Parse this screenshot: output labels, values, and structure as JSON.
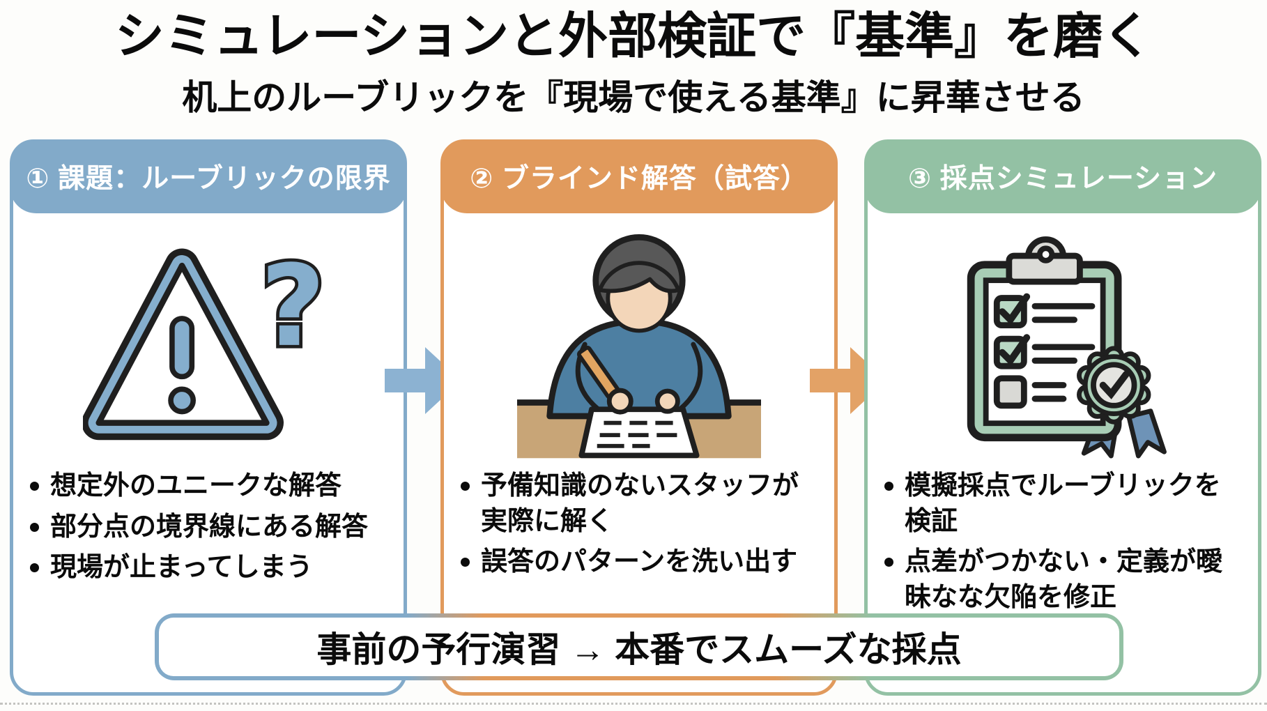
{
  "title": "シミュレーションと外部検証で『基準』を磨く",
  "subtitle": "机上のルーブリックを『現場で使える基準』に昇華させる",
  "columns": [
    {
      "header": "① 課題：ルーブリックの限界",
      "accent": "#82aac9",
      "icon": "warning-question-icon",
      "bullets": [
        "想定外のユニークな解答",
        "部分点の境界線にある解答",
        "現場が止まってしまう"
      ]
    },
    {
      "header": "② ブラインド解答（試答）",
      "accent": "#e19a5c",
      "icon": "person-writing-icon",
      "bullets": [
        "予備知識のないスタッフが実際に解く",
        "誤答のパターンを洗い出す"
      ]
    },
    {
      "header": "③ 採点シミュレーション",
      "accent": "#93c1a4",
      "icon": "clipboard-award-icon",
      "bullets": [
        "模擬採点でルーブリックを検証",
        "点差がつかない・定義が曖昧なな欠陥を修正"
      ]
    }
  ],
  "arrows": [
    {
      "color": "#8cb2d2"
    },
    {
      "color": "#e3a266"
    }
  ],
  "banner": {
    "text": "事前の予行演習 → 本番でスムーズな採点",
    "border_colors": [
      "#82aac9",
      "#e19a5c",
      "#93c1a4"
    ]
  },
  "icon_colors": {
    "warning_blue": "#85aecd",
    "outline_black": "#1f1f1f",
    "sweater_blue": "#4d7fa2",
    "skin": "#f3d6b9",
    "hair_gray": "#585858",
    "desk_tan": "#c8a577",
    "pencil_orange": "#e2a561",
    "clipboard_green": "#a8cdb5",
    "clip_gray": "#dbdbd7",
    "ribbon_blue": "#6e93b7"
  }
}
